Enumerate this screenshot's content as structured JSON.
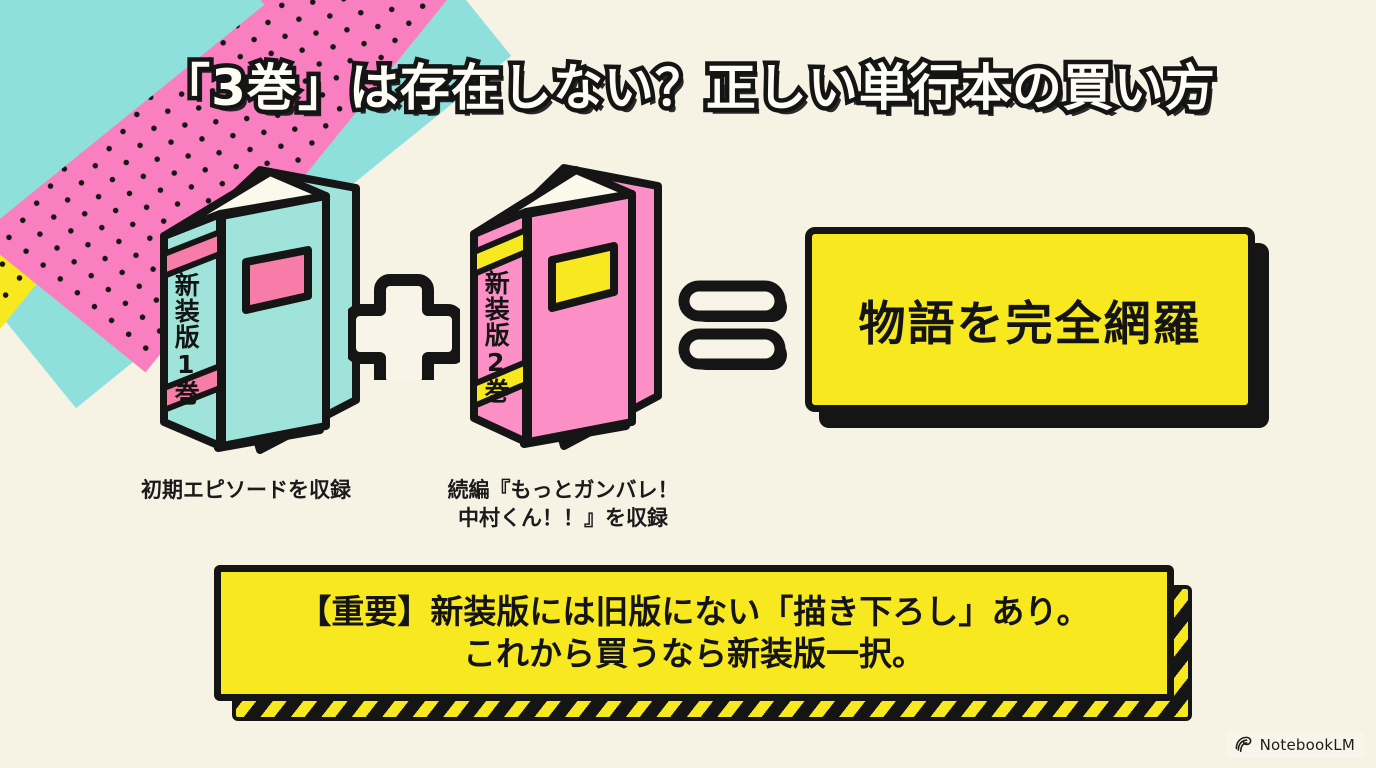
{
  "page": {
    "title": "「3巻」は存在しない？正しい単行本の買い方",
    "background_color": "#f6f2e4"
  },
  "palette": {
    "cream": "#f6f2e4",
    "ink": "#151515",
    "cyan": "#8fe0dd",
    "pink": "#fa7fc0",
    "yellow": "#f7e81f",
    "spine_pink": "#f87ca8"
  },
  "equation": {
    "plus_symbol": "+",
    "equals_symbol": "=",
    "books": [
      {
        "spine_label": "新装版1巻",
        "caption": "初期エピソードを収録",
        "cover_color": "#9fe3db",
        "band_color": "#f87ca8",
        "accent_color": "#f87ca8"
      },
      {
        "spine_label": "新装版2巻",
        "caption": "続編『もっとガンバレ！\n中村くん！！』を収録",
        "caption_line1": "続編『もっとガンバレ！",
        "caption_line2": "中村くん！！』を収録",
        "cover_color": "#fb8fc6",
        "band_color": "#f7e81f",
        "accent_color": "#f7e81f"
      }
    ],
    "result": {
      "text": "物語を完全網羅",
      "box_color": "#f7e81f",
      "shadow_color": "#151515"
    }
  },
  "banner": {
    "line1": "【重要】新装版には旧版にない「描き下ろし」あり。",
    "line2": "これから買うなら新装版一択。",
    "box_color": "#f7e81f",
    "shadow_style": "hazard-stripes"
  },
  "branding": {
    "label": "NotebookLM",
    "icon": "notebooklm-spiral-icon"
  }
}
